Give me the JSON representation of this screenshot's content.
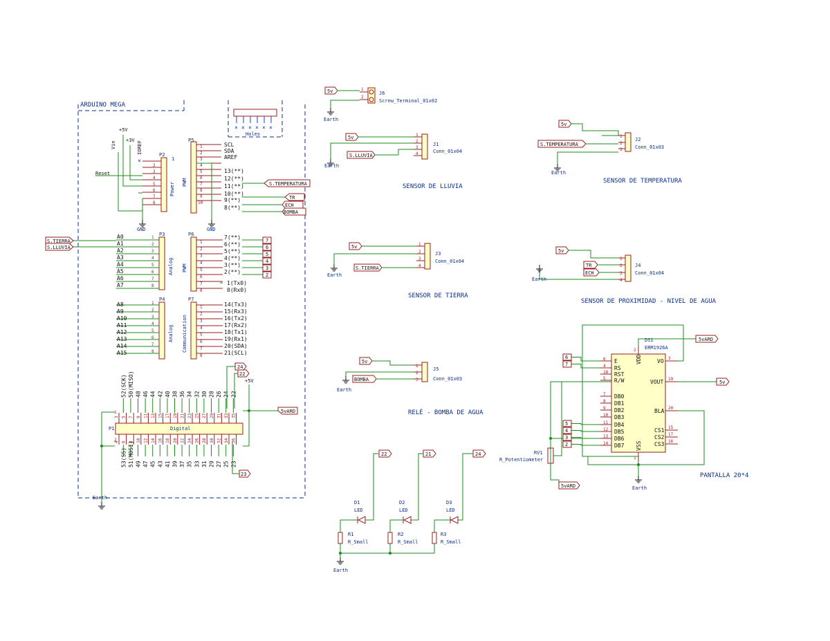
{
  "arduino": {
    "title": "ARDUINO MEGA",
    "holes_label": "Holes",
    "p2": {
      "ref": "P2",
      "side": "Power",
      "pins": [
        "1",
        "2",
        "3",
        "4",
        "5",
        "6",
        "7",
        "8"
      ],
      "nets": {
        "vin": "Vin",
        "ioref": "IOREF",
        "reset": "Reset",
        "p5v": "+5V",
        "p3v": "+3V",
        "gnd": "GND"
      }
    },
    "p5": {
      "ref": "P5",
      "side": "PWM",
      "pins": [
        "1",
        "2",
        "3",
        "4",
        "5",
        "6",
        "7",
        "8",
        "9",
        "10"
      ],
      "names": [
        "SCL",
        "SDA",
        "AREF",
        "",
        "13(**)",
        "12(**)",
        "11(**)",
        "10(**)",
        "9(**)",
        "8(**)"
      ],
      "gnd": "GND"
    },
    "p3": {
      "ref": "P3",
      "side": "Analog",
      "analog": [
        "A0",
        "A1",
        "A2",
        "A3",
        "A4",
        "A5",
        "A6",
        "A7"
      ],
      "pins": [
        "1",
        "2",
        "3",
        "4",
        "5",
        "6",
        "7",
        "8"
      ]
    },
    "p6": {
      "ref": "P6",
      "side": "PWM",
      "pins": [
        "1",
        "2",
        "3",
        "4",
        "5",
        "6",
        "7",
        "8"
      ],
      "names": [
        "7(**)",
        "6(**)",
        "5(**)",
        "4(**)",
        "3(**)",
        "2(**)",
        "1(Tx0)",
        "0(Rx0)"
      ],
      "tags": [
        "7",
        "6",
        "5",
        "4",
        "3",
        "2"
      ]
    },
    "p4": {
      "ref": "P4",
      "side": "Analog",
      "analog": [
        "A8",
        "A9",
        "A10",
        "A11",
        "A12",
        "A13",
        "A14",
        "A15"
      ],
      "pins": [
        "1",
        "2",
        "3",
        "4",
        "5",
        "6",
        "7",
        "8"
      ]
    },
    "p7": {
      "ref": "P7",
      "side": "Communication",
      "pins": [
        "1",
        "2",
        "3",
        "4",
        "5",
        "6",
        "7",
        "8"
      ],
      "names": [
        "14(Tx3)",
        "15(Rx3)",
        "16(Tx2)",
        "17(Rx2)",
        "18(Tx1)",
        "19(Rx1)",
        "20(SDA)",
        "21(SCL)"
      ]
    },
    "p1": {
      "ref": "P1",
      "name": "Digital",
      "top": [
        "52(SCK)",
        "50(MISO)",
        "48",
        "46",
        "44",
        "42",
        "40",
        "38",
        "36",
        "34",
        "32",
        "30",
        "28",
        "26",
        "24",
        "22"
      ],
      "bottom": [
        "53(SS)",
        "51(MOSI)",
        "49",
        "47",
        "45",
        "43",
        "41",
        "39",
        "37",
        "35",
        "33",
        "31",
        "29",
        "27",
        "25",
        "23"
      ],
      "pin_top": [
        "3",
        "5",
        "7",
        "9",
        "11",
        "13",
        "15",
        "17",
        "19",
        "21",
        "23",
        "25",
        "27",
        "29",
        "31",
        "33",
        "35"
      ],
      "pin_bot": [
        "4",
        "6",
        "8",
        "10",
        "12",
        "14",
        "16",
        "18",
        "20",
        "22",
        "24",
        "26",
        "28",
        "30",
        "32",
        "34",
        "36"
      ]
    },
    "nets": {
      "s_tierra": "S.TIERRA",
      "s_lluvia": "S.LLUVIA",
      "s_temp": "S.TEMPERATURA",
      "tr": "TR",
      "ech": "ECH",
      "bomba": "BOMBA",
      "p5v": "+5V",
      "fivevard": "5vARD",
      "earth": "Earth",
      "n24": "24",
      "n22": "22",
      "n23": "23"
    }
  },
  "j6": {
    "ref": "J6",
    "value": "Screw_Terminal_01x02",
    "net": "5v",
    "earth": "Earth"
  },
  "j1": {
    "ref": "J1",
    "value": "Conn_01x04",
    "net_5v": "5v",
    "net_sig": "S.LLUVIA",
    "earth": "Earth",
    "caption": "SENSOR DE LLUVIA"
  },
  "j2": {
    "ref": "J2",
    "value": "Conn_01x03",
    "net_5v": "5v",
    "net_sig": "S.TEMPERATURA",
    "earth": "Earth",
    "caption": "SENSOR DE TEMPERATURA"
  },
  "j3": {
    "ref": "J3",
    "value": "Conn_01x04",
    "net_5v": "5v",
    "net_sig": "S.TIERRA",
    "earth": "Earth",
    "caption": "SENSOR DE TIERRA"
  },
  "j4": {
    "ref": "J4",
    "value": "Conn_01x04",
    "net_5v": "5v",
    "tr": "TR",
    "ech": "ECH",
    "earth": "Earth",
    "caption": "SENSOR DE PROXIMIDAD - NIVEL DE AGUA"
  },
  "j5": {
    "ref": "J5",
    "value": "Conn_01x03",
    "net_5v": "5v",
    "net_sig": "BOMBA",
    "earth": "Earth",
    "caption": "RELÉ - BOMBA DE AGUA"
  },
  "leds": {
    "items": [
      {
        "ref": "D1",
        "type": "LED",
        "r": "R1",
        "rval": "R_Small",
        "net": "22"
      },
      {
        "ref": "D2",
        "type": "LED",
        "r": "R2",
        "rval": "R_Small",
        "net": "21"
      },
      {
        "ref": "D3",
        "type": "LED",
        "r": "R3",
        "rval": "R_Small",
        "net": "24"
      }
    ],
    "earth": "Earth"
  },
  "lcd": {
    "ref": "DS1",
    "value": "ERM1926A",
    "caption": "PANTALLA 20*4",
    "left_pins": [
      "E",
      "RS",
      "RST",
      "R/W",
      "DB0",
      "DB1",
      "DB2",
      "DB3",
      "DB4",
      "DB5",
      "DB6",
      "DB7"
    ],
    "left_nums": [
      "6",
      "4",
      "18",
      "5",
      "7",
      "8",
      "9",
      "10",
      "11",
      "12",
      "13",
      "14"
    ],
    "right": {
      "vo": "VO",
      "vout": "VOUT",
      "bla": "BLA",
      "cs1": "CS1",
      "cs2": "CS2",
      "cs3": "CS3",
      "vdd": "VDD",
      "vss": "VSS"
    },
    "right_nums": {
      "vo": "3",
      "vout": "19",
      "bla": "20",
      "cs1": "15",
      "cs2": "17",
      "cs3": "16",
      "vdd": "2",
      "vss": "1"
    },
    "tags_in": [
      "6",
      "7",
      "5",
      "4",
      "3",
      "2"
    ],
    "net_5vard": "5vARD",
    "net_5v": "5v",
    "pot_ref": "RV1",
    "pot_value": "R_Potentiometer",
    "earth": "Earth"
  }
}
